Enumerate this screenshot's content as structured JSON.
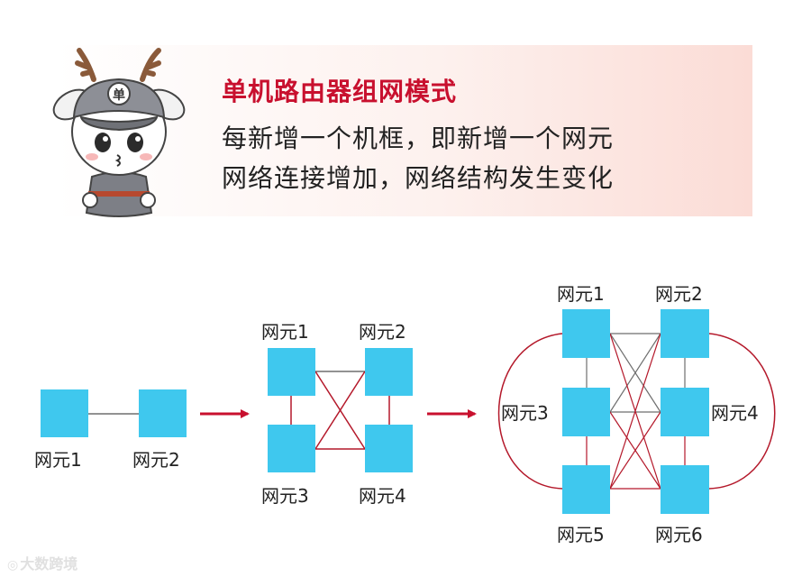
{
  "header": {
    "title": "单机路由器组网模式",
    "line1": "每新增一个机框，即新增一个网元",
    "line2": "网络连接增加，网络结构发生变化"
  },
  "mascot": {
    "cap_text": "单"
  },
  "diagram": {
    "stage1": {
      "nodes": [
        "网元1",
        "网元2"
      ]
    },
    "stage2": {
      "nodes": [
        "网元1",
        "网元2",
        "网元3",
        "网元4"
      ]
    },
    "stage3": {
      "nodes": [
        "网元1",
        "网元2",
        "网元3",
        "网元4",
        "网元5",
        "网元6"
      ]
    }
  },
  "watermark": {
    "text": "大数跨境"
  },
  "colors": {
    "accent": "#c8102e",
    "node": "#3fc8ee",
    "gray_link": "#6e6e6e",
    "red_link": "#b4182a"
  }
}
